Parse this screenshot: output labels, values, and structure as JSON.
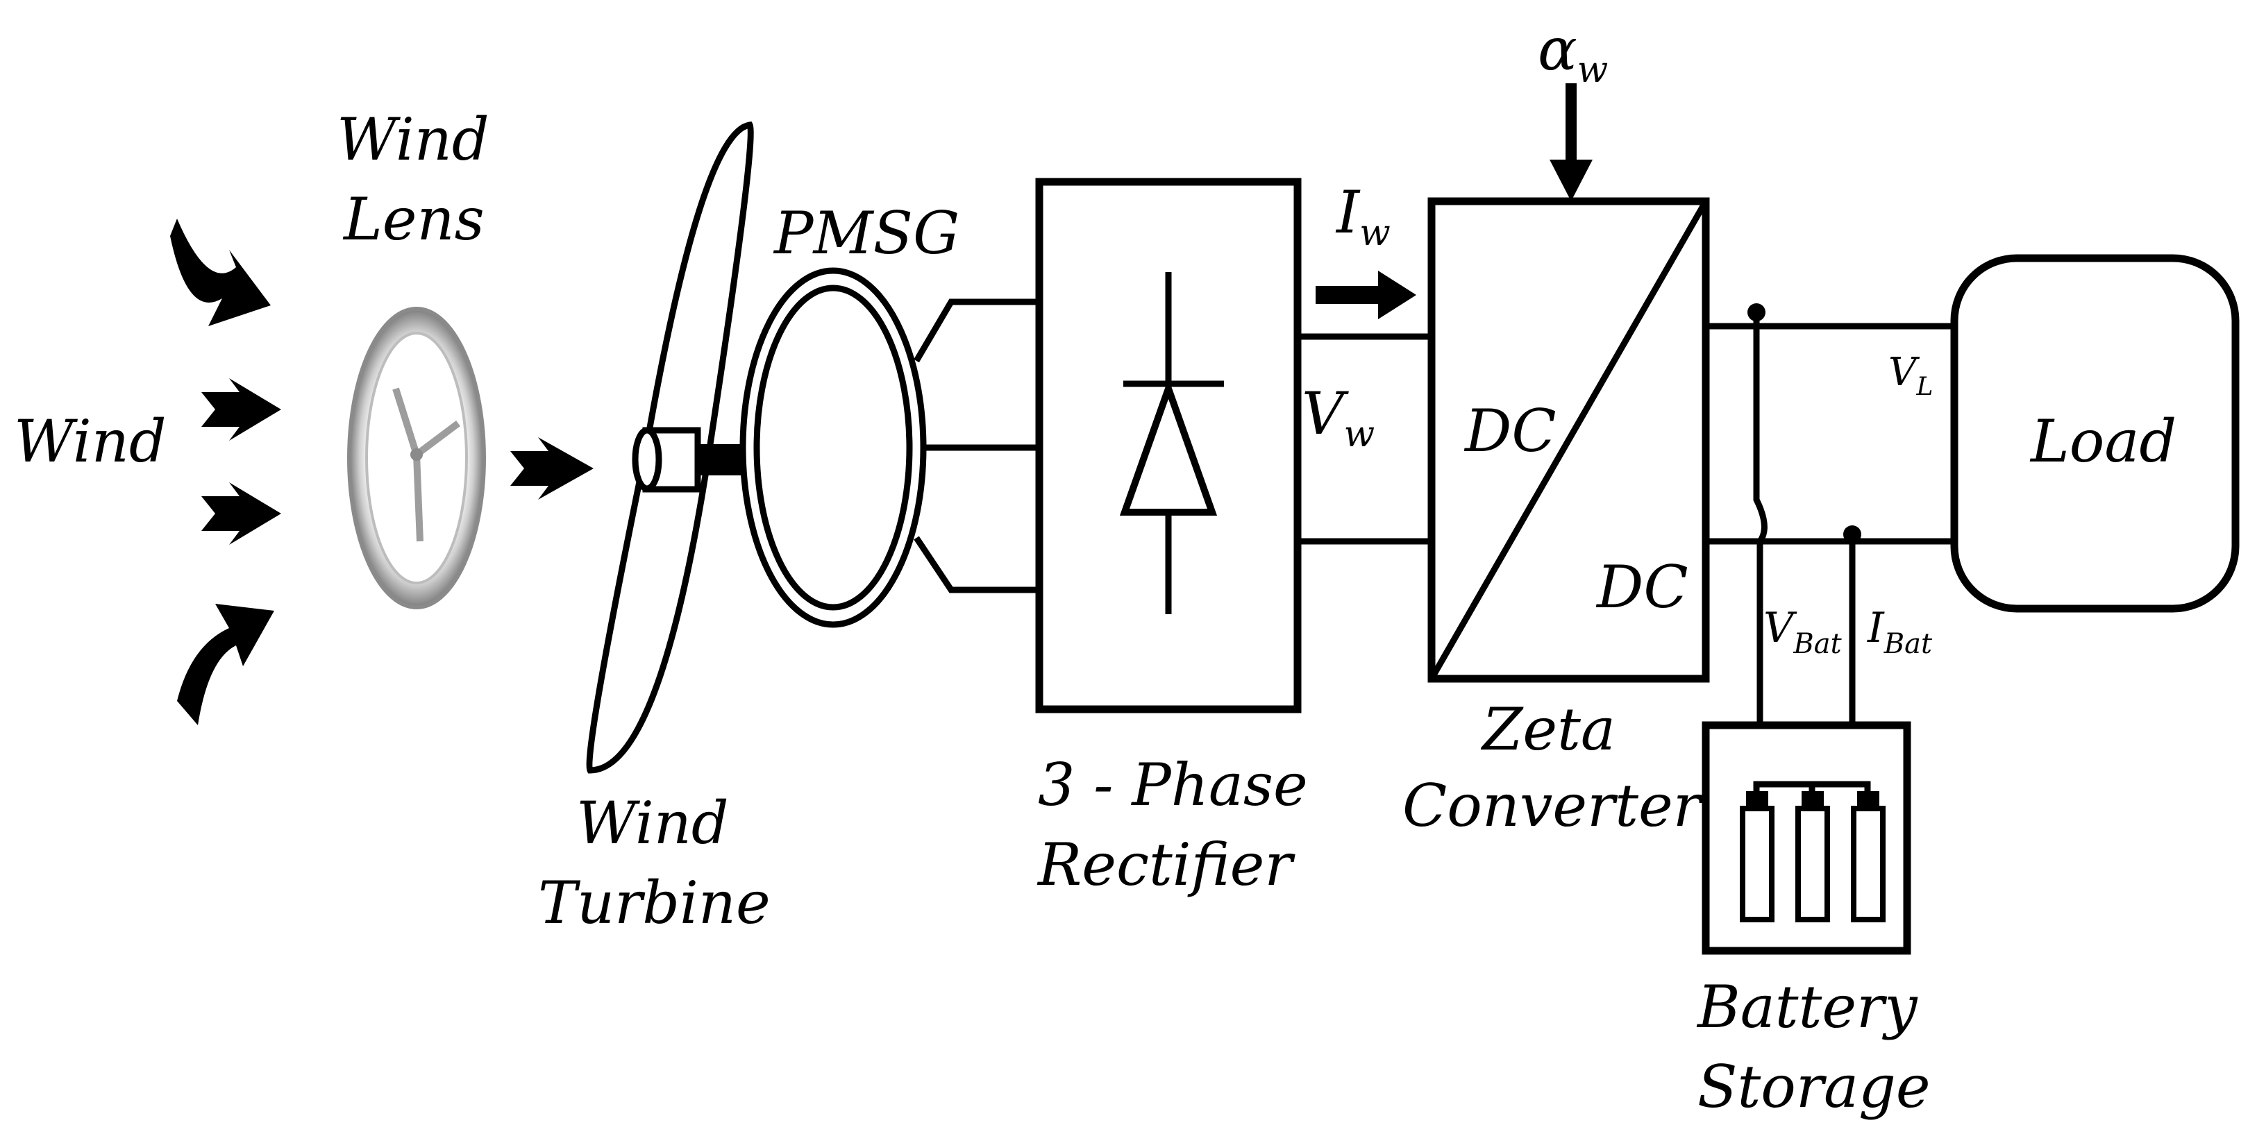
{
  "labels": {
    "wind": "Wind",
    "wind_lens_1": "Wind",
    "wind_lens_2": "Lens",
    "wind_turbine_1": "Wind",
    "wind_turbine_2": "Turbine",
    "pmsg": "PMSG",
    "rectifier_1": "3 - Phase",
    "rectifier_2": "Rectifier",
    "iw_main": "I",
    "iw_sub": "w",
    "vw_main": "V",
    "vw_sub": "w",
    "alpha_main": "α",
    "alpha_sub": "w",
    "dc_in": "DC",
    "dc_out": "DC",
    "zeta_1": "Zeta",
    "zeta_2": "Converter",
    "vl_main": "V",
    "vl_sub": "L",
    "vbat_main": "V",
    "vbat_sub": "Bat",
    "ibat_main": "I",
    "ibat_sub": "Bat",
    "load": "Load",
    "battery_1": "Battery",
    "battery_2": "Storage"
  },
  "colors": {
    "line": "#000000",
    "background": "#ffffff",
    "lens_ring": "#9a9a9a"
  },
  "icons": [
    "wind-arrow-icon",
    "wind-lens-icon",
    "turbine-blade-icon",
    "diode-icon",
    "battery-cell-icon"
  ]
}
